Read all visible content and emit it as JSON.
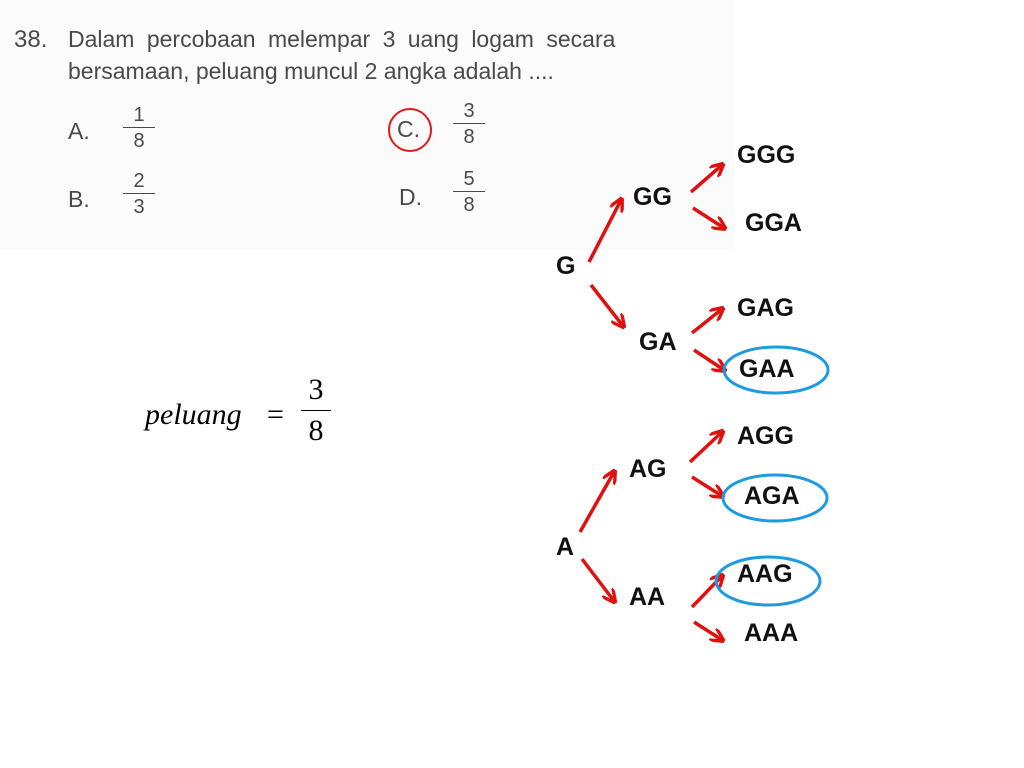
{
  "question": {
    "number": "38.",
    "line1": "Dalam percobaan melempar 3 uang logam secara",
    "line2": "bersamaan, peluang muncul 2 angka adalah ...."
  },
  "options": [
    {
      "letter": "A.",
      "numerator": "1",
      "denominator": "8",
      "selected": false
    },
    {
      "letter": "B.",
      "numerator": "2",
      "denominator": "3",
      "selected": false
    },
    {
      "letter": "C.",
      "numerator": "3",
      "denominator": "8",
      "selected": true
    },
    {
      "letter": "D.",
      "numerator": "5",
      "denominator": "8",
      "selected": false
    }
  ],
  "formula": {
    "lhs": "peluang",
    "equals": "=",
    "numerator": "3",
    "denominator": "8"
  },
  "tree": {
    "level1": [
      "G",
      "A"
    ],
    "level2": [
      "GG",
      "GA",
      "AG",
      "AA"
    ],
    "outcomes": [
      "GGG",
      "GGA",
      "GAG",
      "GAA",
      "AGG",
      "AGA",
      "AAG",
      "AAA"
    ],
    "highlighted": [
      "GAA",
      "AGA",
      "AAG"
    ]
  },
  "colors": {
    "arrow": "#e01010",
    "highlight_circle": "#1e9be0",
    "answer_circle": "#e01a1a"
  }
}
